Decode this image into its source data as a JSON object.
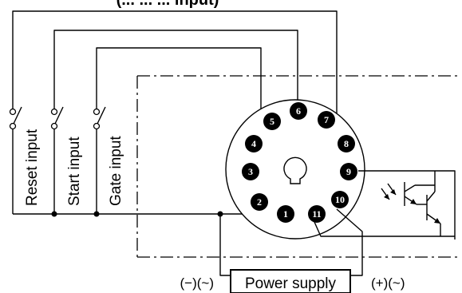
{
  "header": {
    "text": "(... ... ... input)"
  },
  "inputs": [
    {
      "label": "Reset input"
    },
    {
      "label": "Start input"
    },
    {
      "label": "Gate input"
    }
  ],
  "socket": {
    "pins": [
      "1",
      "2",
      "3",
      "4",
      "5",
      "6",
      "7",
      "8",
      "9",
      "10",
      "11"
    ]
  },
  "power": {
    "label": "Power supply",
    "left_polarity": "(−)(~)",
    "right_polarity": "(+)(~)"
  }
}
